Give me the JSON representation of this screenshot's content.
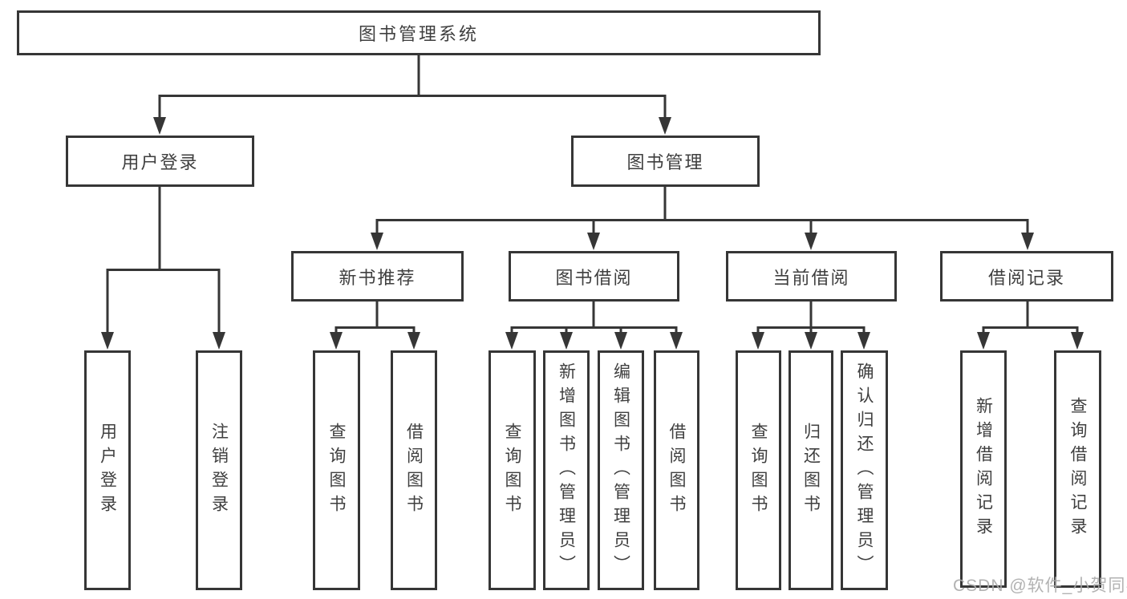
{
  "diagram_type": "hierarchy-tree",
  "colors": {
    "line": "#363636",
    "box_border": "#363636",
    "text": "#3f3f3f",
    "background": "#ffffff",
    "watermark": "#aaaaaa"
  },
  "tree": {
    "label": "图书管理系统",
    "children": [
      {
        "label": "用户登录",
        "children": [
          {
            "label": "用户登录"
          },
          {
            "label": "注销登录"
          }
        ]
      },
      {
        "label": "图书管理",
        "children": [
          {
            "label": "新书推荐",
            "children": [
              {
                "label": "查询图书"
              },
              {
                "label": "借阅图书"
              }
            ]
          },
          {
            "label": "图书借阅",
            "children": [
              {
                "label": "查询图书"
              },
              {
                "label": "新增图书（管理员）"
              },
              {
                "label": "编辑图书（管理员）"
              },
              {
                "label": "借阅图书"
              }
            ]
          },
          {
            "label": "当前借阅",
            "children": [
              {
                "label": "查询图书"
              },
              {
                "label": "归还图书"
              },
              {
                "label": "确认归还（管理员）"
              }
            ]
          },
          {
            "label": "借阅记录",
            "children": [
              {
                "label": "新增借阅记录"
              },
              {
                "label": "查询借阅记录"
              }
            ]
          }
        ]
      }
    ]
  },
  "watermark": {
    "text": "CSDN @软件_小贺同学"
  }
}
